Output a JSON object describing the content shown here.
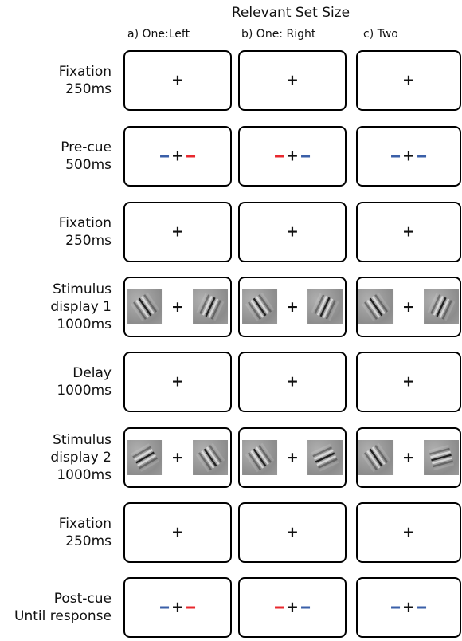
{
  "title": "Relevant Set Size",
  "columns": [
    "a) One:Left",
    "b) One: Right",
    "c) Two"
  ],
  "fixation_symbol": "+",
  "colors": {
    "red": "#e8282e",
    "blue": "#3a5fa8"
  },
  "rows": [
    {
      "label": [
        "Fixation",
        "250ms"
      ],
      "type": "fixation"
    },
    {
      "label": [
        "Pre-cue",
        "500ms"
      ],
      "type": "cue",
      "cues": [
        [
          "blue",
          "red"
        ],
        [
          "red",
          "blue"
        ],
        [
          "blue",
          "blue"
        ]
      ]
    },
    {
      "label": [
        "Fixation",
        "250ms"
      ],
      "type": "fixation"
    },
    {
      "label": [
        "Stimulus",
        "display 1",
        "1000ms"
      ],
      "type": "stimulus",
      "orientations": [
        [
          -35,
          25
        ],
        [
          -35,
          25
        ],
        [
          -35,
          25
        ]
      ]
    },
    {
      "label": [
        "Delay",
        "1000ms"
      ],
      "type": "fixation"
    },
    {
      "label": [
        "Stimulus",
        "display 2",
        "1000ms"
      ],
      "type": "stimulus",
      "orientations": [
        [
          60,
          -35
        ],
        [
          -35,
          65
        ],
        [
          -35,
          75
        ]
      ]
    },
    {
      "label": [
        "Fixation",
        "250ms"
      ],
      "type": "fixation"
    },
    {
      "label": [
        "Post-cue",
        "Until response"
      ],
      "type": "cue",
      "cues": [
        [
          "blue",
          "red"
        ],
        [
          "red",
          "blue"
        ],
        [
          "blue",
          "blue"
        ]
      ]
    }
  ]
}
